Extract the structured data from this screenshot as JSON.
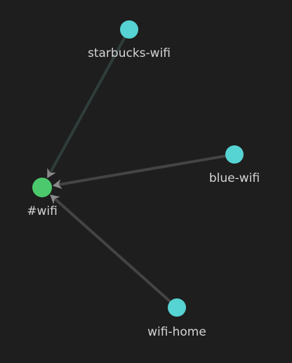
{
  "graph": {
    "nodes": [
      {
        "id": "starbucks-wifi",
        "label": "starbucks-wifi",
        "kind": "note",
        "color": "#56d3d3"
      },
      {
        "id": "blue-wifi",
        "label": "blue-wifi",
        "kind": "note",
        "color": "#56d3d3"
      },
      {
        "id": "wifi",
        "label": "#wifi",
        "kind": "tag",
        "color": "#4cc96c"
      },
      {
        "id": "wifi-home",
        "label": "wifi-home",
        "kind": "note",
        "color": "#56d3d3"
      }
    ],
    "edges": [
      {
        "from": "starbucks-wifi",
        "to": "wifi",
        "color": "#2f3d3b"
      },
      {
        "from": "blue-wifi",
        "to": "wifi",
        "color": "#444444"
      },
      {
        "from": "wifi-home",
        "to": "wifi",
        "color": "#444444"
      }
    ],
    "arrow_color": "#8a8a8a"
  }
}
